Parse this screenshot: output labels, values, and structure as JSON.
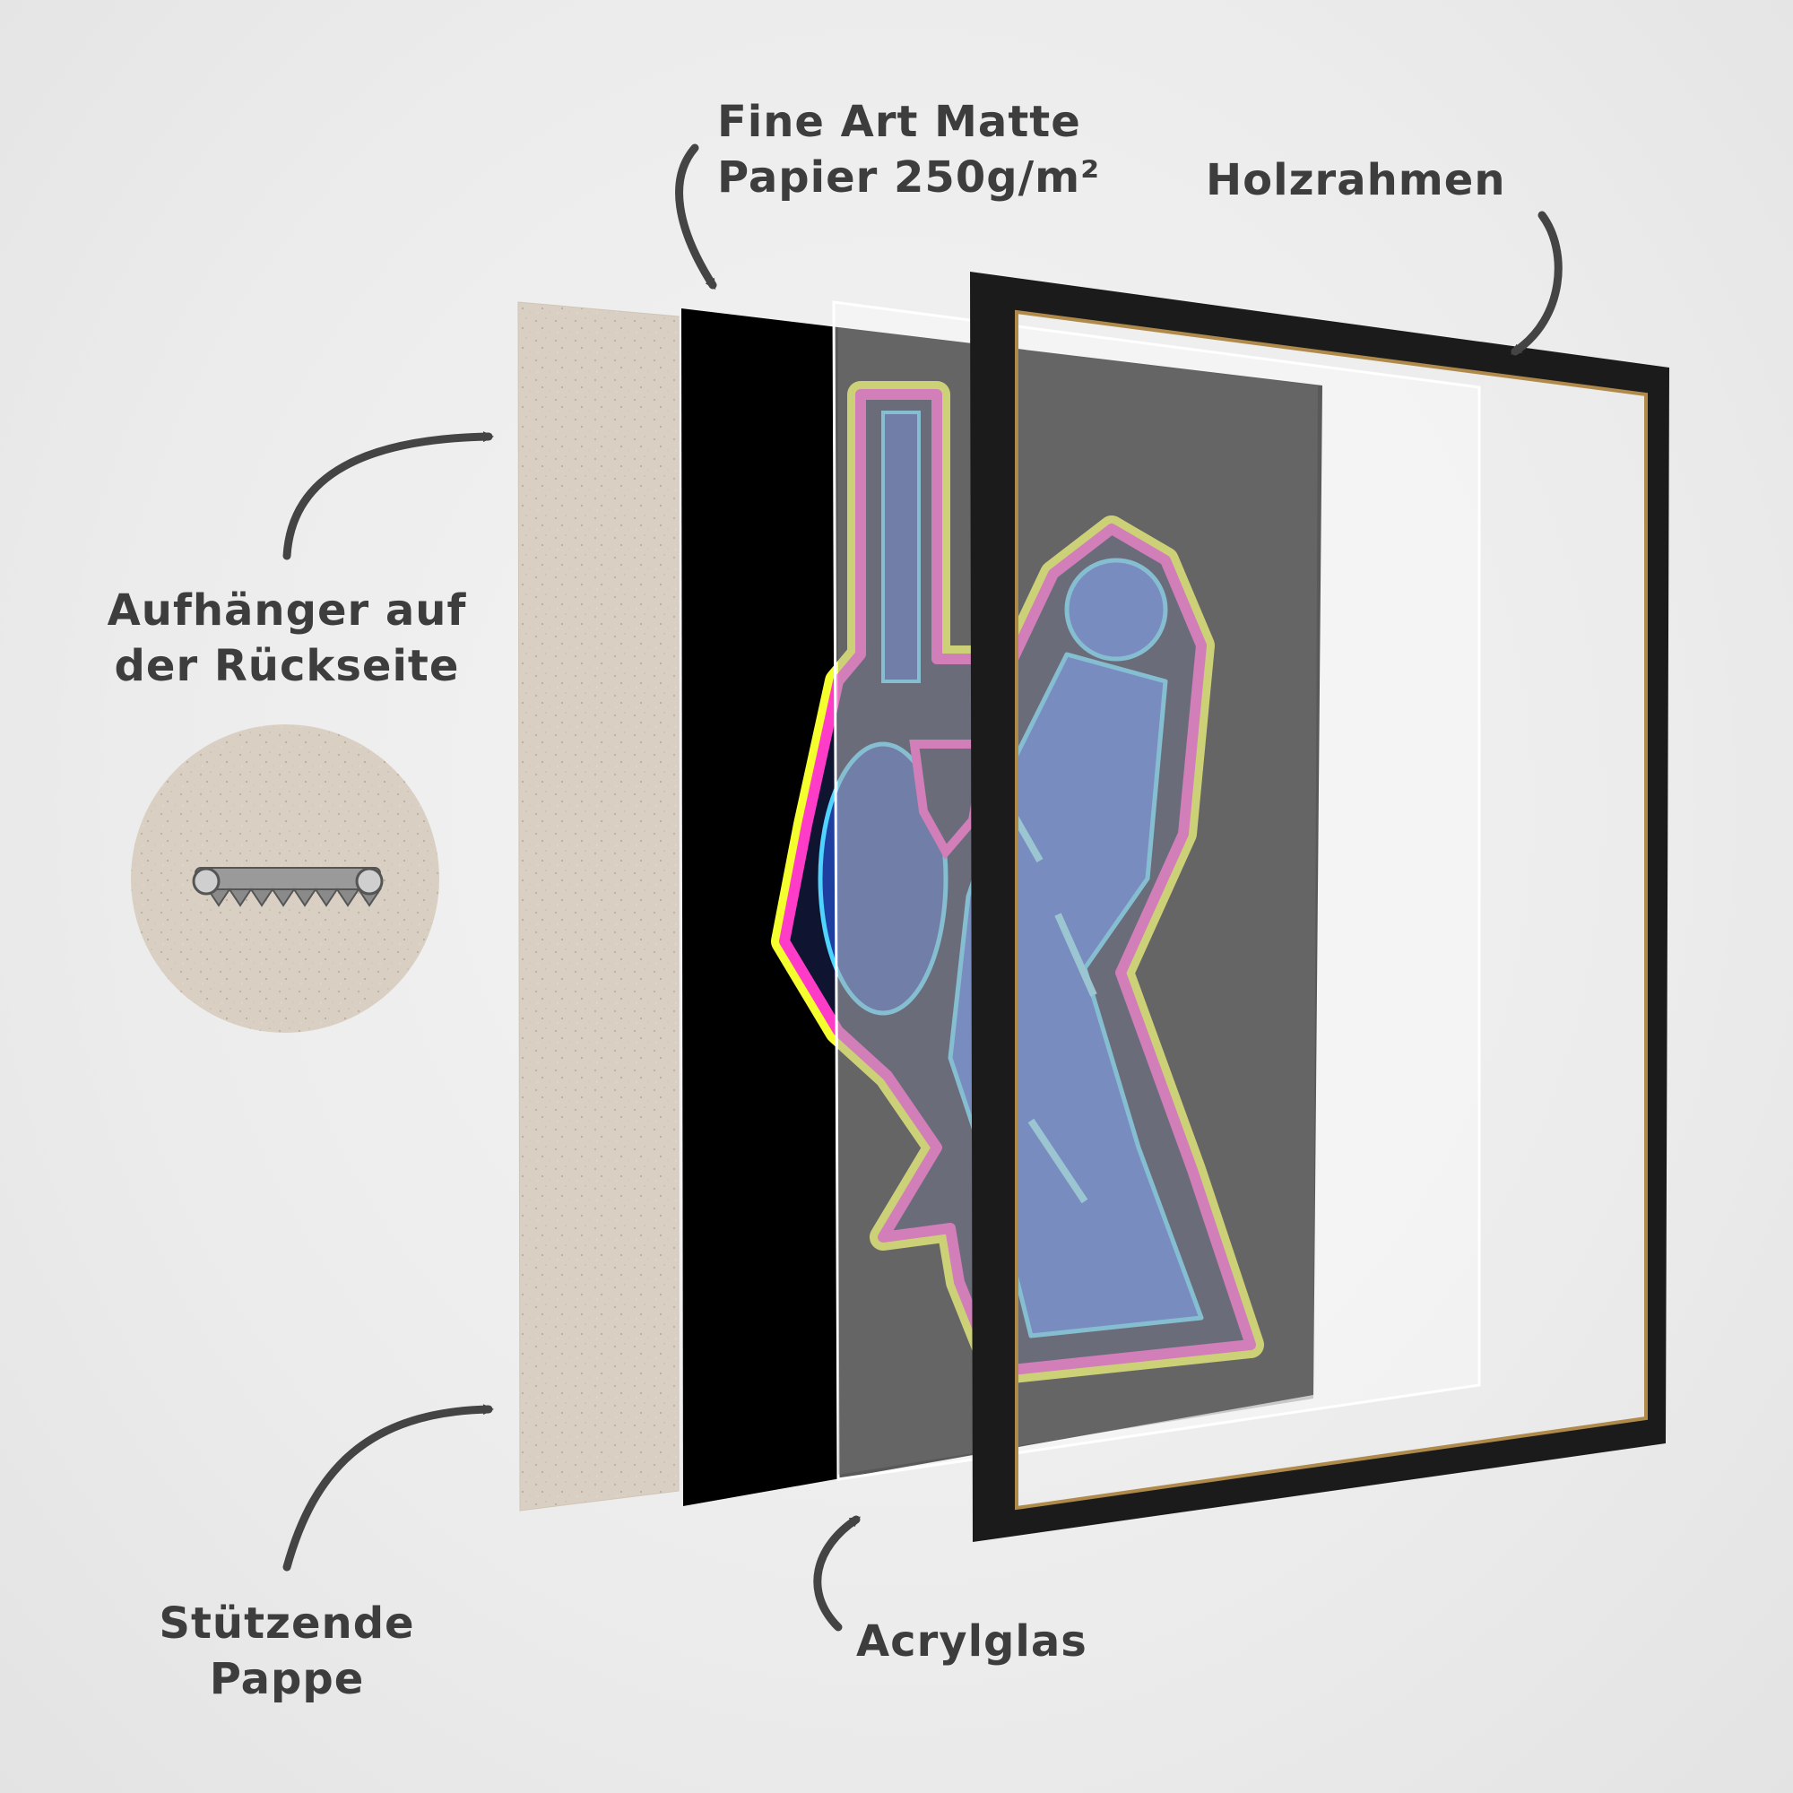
{
  "labels": {
    "fine_art_line1": "Fine Art Matte",
    "fine_art_line2": "Papier 250g/m²",
    "holzrahmen": "Holzrahmen",
    "aufhaenger_line1": "Aufhänger auf",
    "aufhaenger_line2": "der Rückseite",
    "stuetzende_line1": "Stützende",
    "stuetzende_line2": "Pappe",
    "acrylglas": "Acrylglas"
  },
  "colors": {
    "label_text": "#3d3d3d",
    "arrow": "#444444",
    "cardboard": "#d9d0c3",
    "print_background": "#000000",
    "frame": "#1b1b1b",
    "neon_yellow": "#f5ff2e",
    "neon_pink": "#ff3cc8",
    "neon_blue": "#3a7bff",
    "neon_cyan": "#4fd3ff"
  },
  "icons": {
    "hanger": "sawtooth-hanger-icon",
    "arrows": "curved-arrow-icon"
  }
}
